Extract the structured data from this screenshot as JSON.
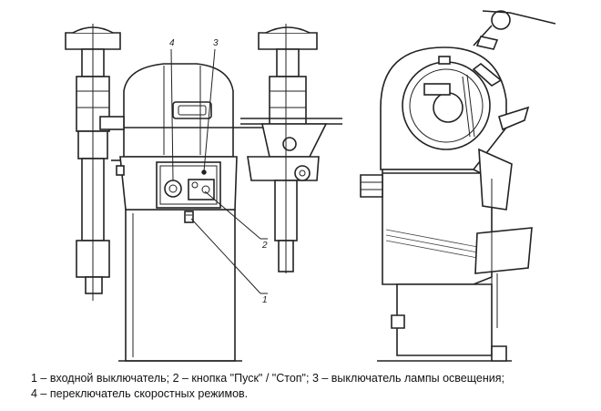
{
  "callouts": [
    {
      "number": "4"
    },
    {
      "number": "3"
    },
    {
      "number": "2"
    },
    {
      "number": "1"
    }
  ],
  "caption": {
    "line1": "1 – входной выключатель; 2 – кнопка \"Пуск\" / \"Стоп\"; 3 – выключатель лампы освещения;",
    "line2": "4 – переключатель скоростных режимов."
  }
}
